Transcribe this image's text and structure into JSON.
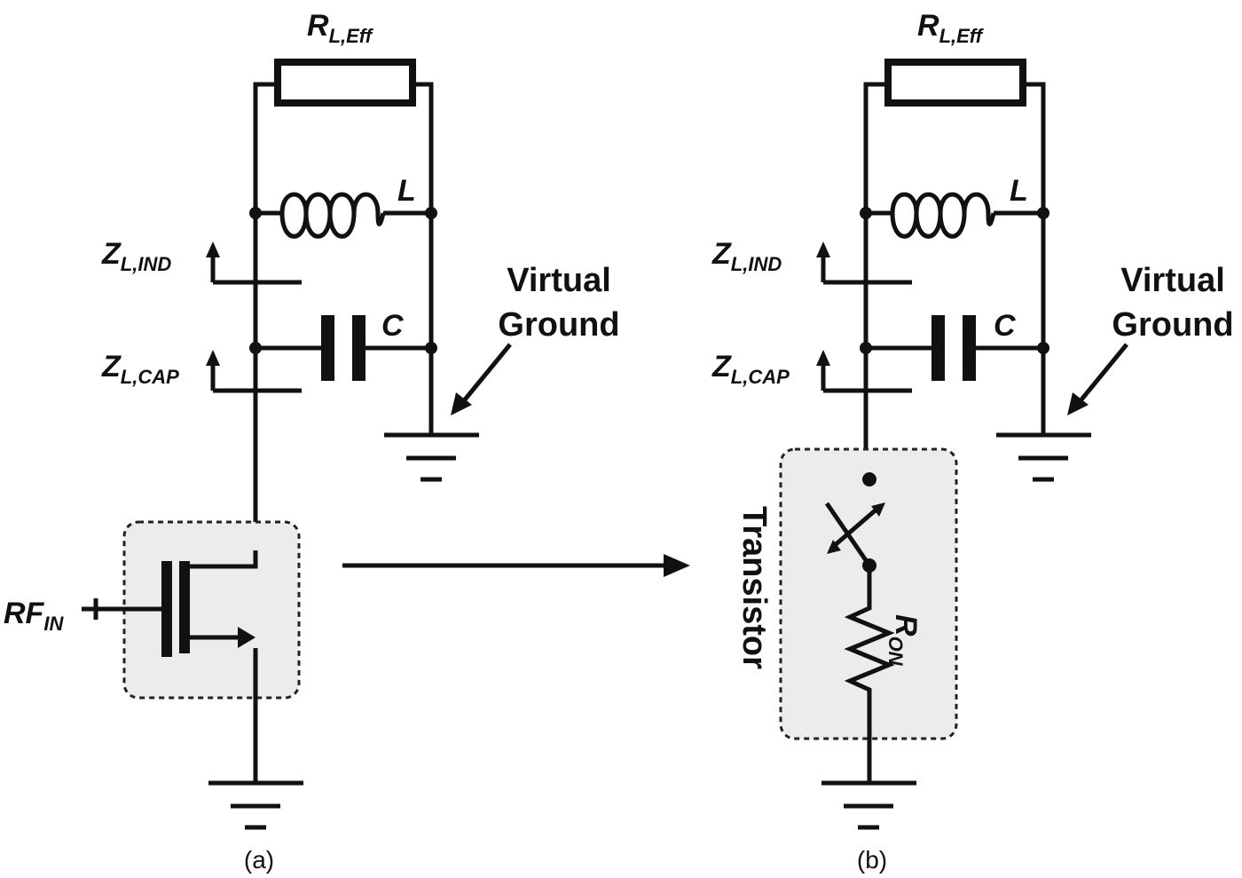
{
  "labels": {
    "rl_main": "R",
    "rl_sub": "L,Eff",
    "inductor": "L",
    "capacitor": "C",
    "z_ind_main": "Z",
    "z_ind_sub": "L,IND",
    "z_cap_main": "Z",
    "z_cap_sub": "L,CAP",
    "virtual_ground_line1": "Virtual",
    "virtual_ground_line2": "Ground",
    "rf_main": "RF",
    "rf_sub": "IN",
    "transistor": "Transistor",
    "ron_main": "R",
    "ron_sub": "ON",
    "caption_a": "(a)",
    "caption_b": "(b)"
  }
}
